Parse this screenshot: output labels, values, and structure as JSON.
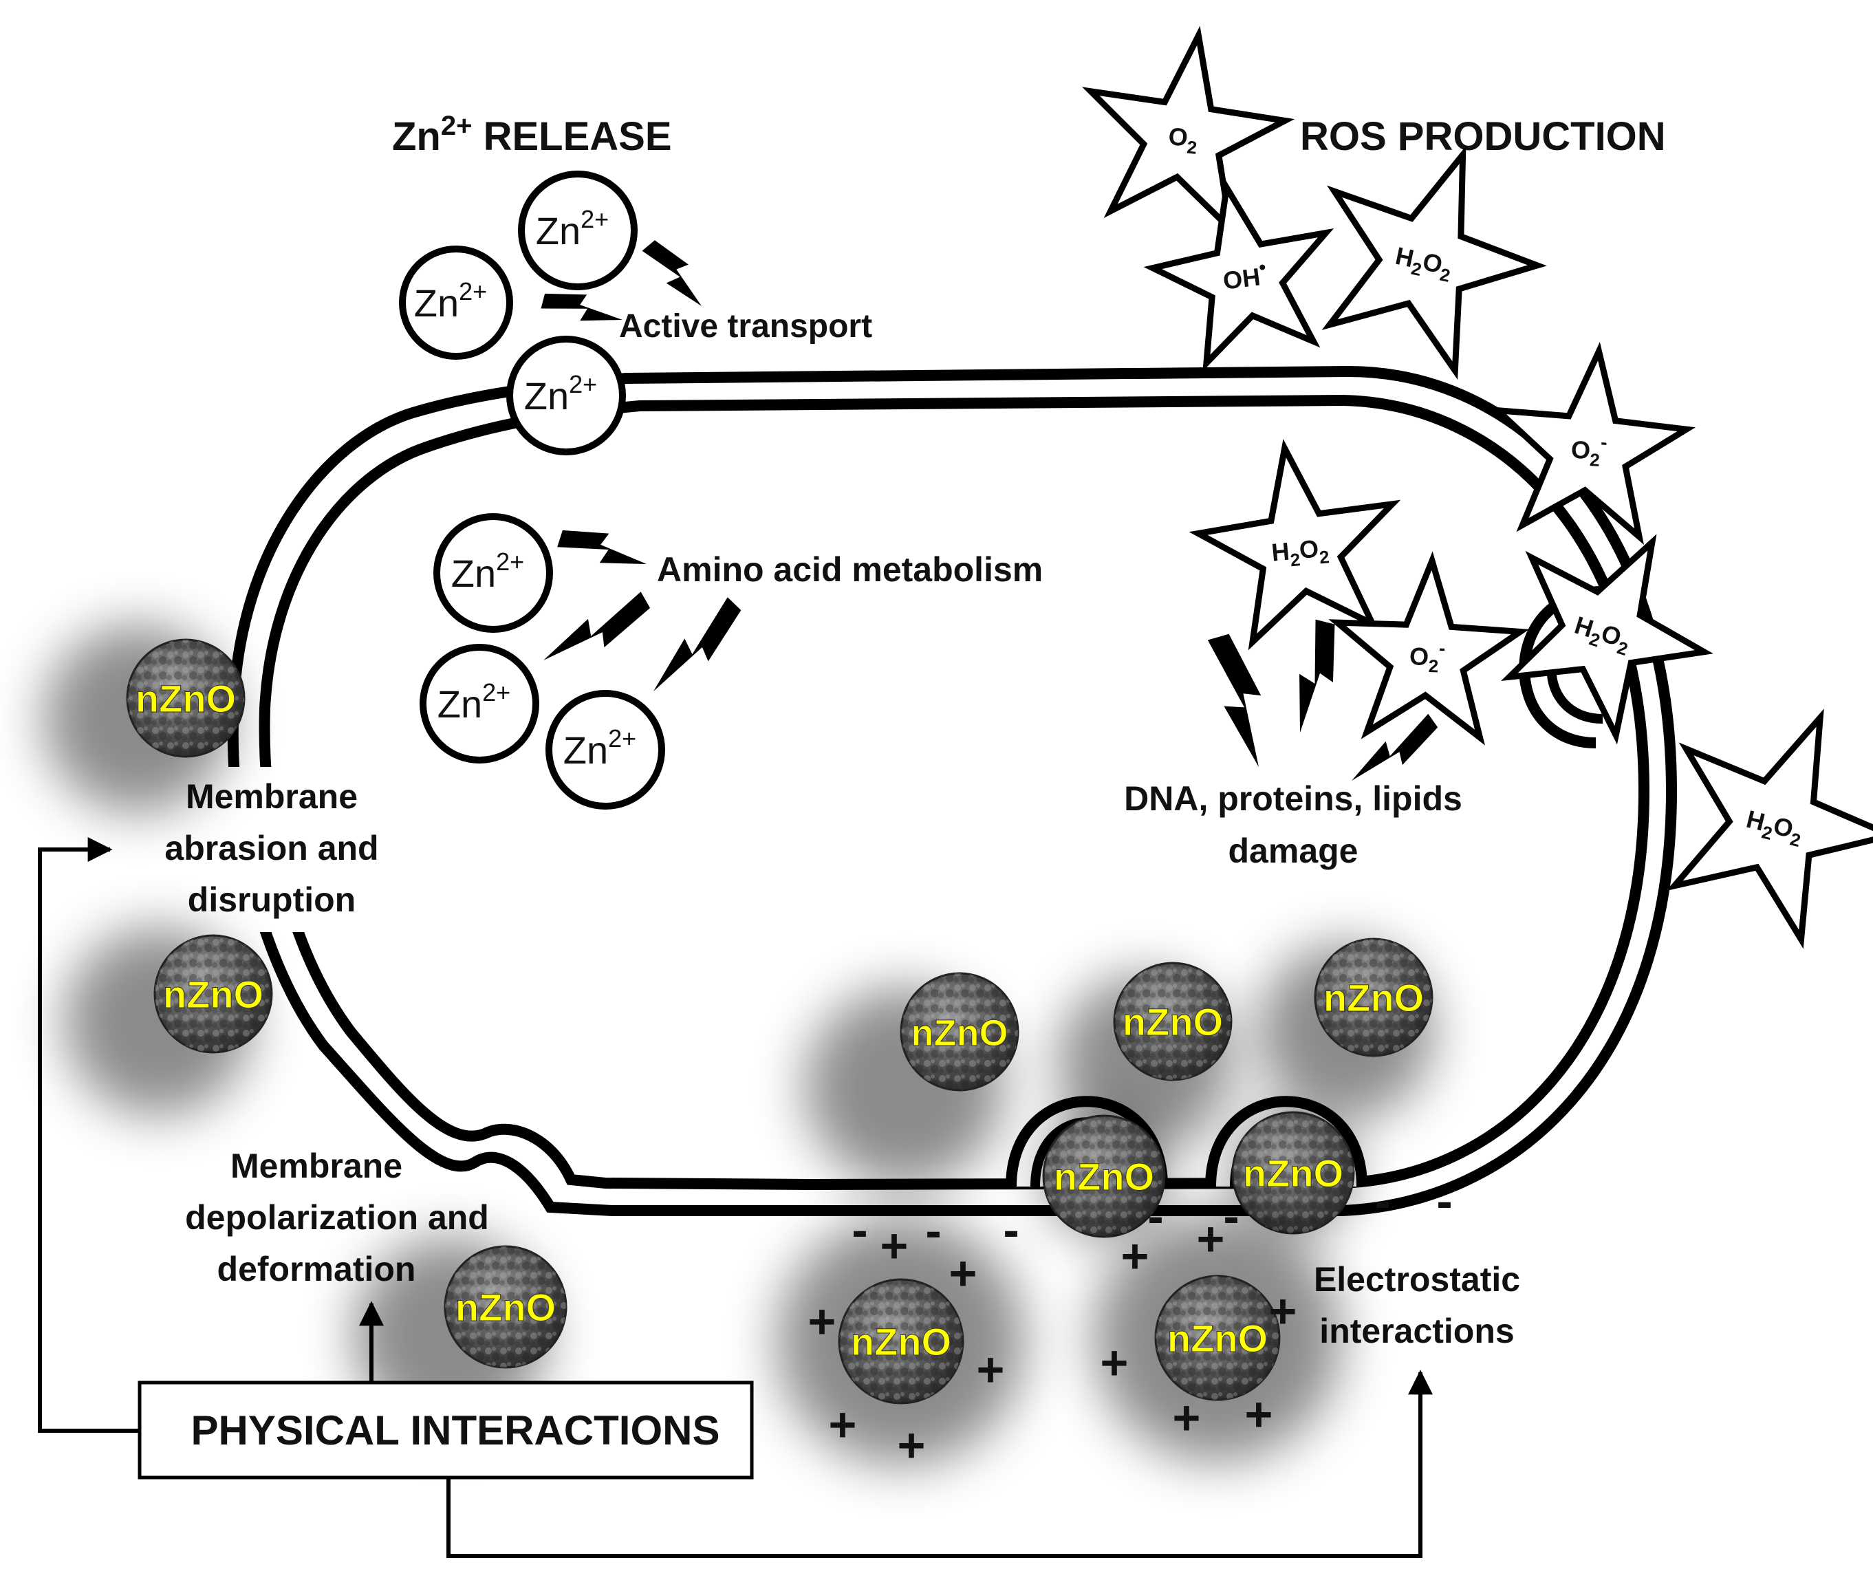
{
  "colors": {
    "stroke": "#000000",
    "background": "#ffffff",
    "np_label": "#ffff00",
    "np_fill": "#5a5a5a"
  },
  "labels": {
    "zn_release_main": "Zn",
    "zn_release_sup": "2+",
    "zn_release_rest": " RELEASE",
    "ros_production": "ROS PRODUCTION",
    "active_transport": "Active transport",
    "amino_acid": "Amino acid metabolism",
    "membrane_abrasion": [
      "Membrane",
      "abrasion and",
      "disruption"
    ],
    "membrane_depolarization": [
      "Membrane",
      "depolarization and",
      "deformation"
    ],
    "dna_damage": [
      "DNA, proteins, lipids",
      "damage"
    ],
    "electrostatic": [
      "Electrostatic",
      "interactions"
    ],
    "physical_interactions": "PHYSICAL INTERACTIONS"
  },
  "zn_ion": {
    "main": "Zn",
    "sup": "2+"
  },
  "nanoparticle_label": "nZnO",
  "ros_species": {
    "o2": {
      "main": "O",
      "sub": "2",
      "sup": ""
    },
    "oh": {
      "main": "OH",
      "sub": "",
      "sup": "•"
    },
    "h2o2": {
      "main": "H",
      "sub": "2",
      "main2": "O",
      "sub2": "2"
    },
    "o2minus": {
      "main": "O",
      "sub": "2",
      "sup": "-"
    }
  },
  "charges": {
    "plus": "+",
    "minus": "-"
  },
  "icons": {
    "ros_star": "star-outline",
    "zn_ion": "circle-outline",
    "effect": "lightning-bolt",
    "nanoparticle": "textured-sphere"
  }
}
